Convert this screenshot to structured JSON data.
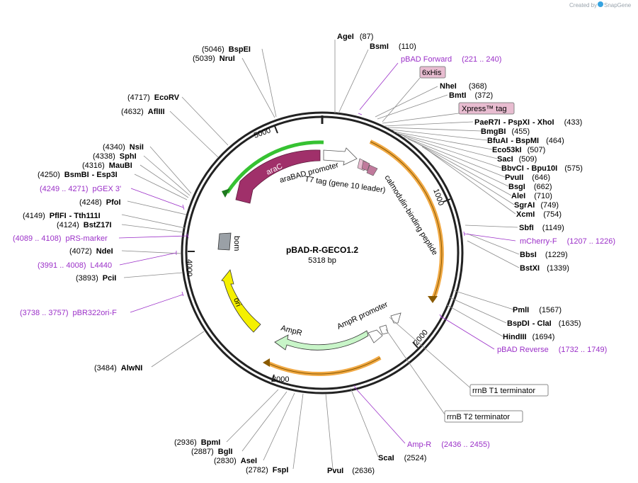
{
  "credit": {
    "text": "Created by",
    "brand": "SnapGene"
  },
  "plasmid": {
    "name": "pBAD-R-GECO1.2",
    "size": "5318 bp"
  },
  "ruler": [
    "1000",
    "2000",
    "3000",
    "4000",
    "5000"
  ],
  "features": {
    "araC": "araC",
    "araBAD_promoter": "araBAD promoter",
    "t7_tag": "T7 tag (gene 10 leader)",
    "calmodulin": "calmodulin-binding peptide",
    "bom": "bom",
    "ori": "ori",
    "ampR": "AmpR",
    "ampR_promoter": "AmpR promoter"
  },
  "boxed": {
    "his": "6xHis",
    "xpress": "Xpress™ tag",
    "t1": "rrnB T1 terminator",
    "t2": "rrnB T2 terminator"
  },
  "sites": [
    {
      "id": "agei",
      "name": "AgeI",
      "pos": "(87)"
    },
    {
      "id": "bsmi",
      "name": "BsmI",
      "pos": "(110)"
    },
    {
      "id": "nhei",
      "name": "NheI",
      "pos": "(368)"
    },
    {
      "id": "bmti",
      "name": "BmtI",
      "pos": "(372)"
    },
    {
      "id": "paer7i",
      "name": "PaeR7I",
      "name2": "PspXI",
      "name3": "XhoI",
      "pos": "(433)"
    },
    {
      "id": "bmgbi",
      "name": "BmgBI",
      "pos": "(455)"
    },
    {
      "id": "bfuai",
      "name": "BfuAI",
      "name2": "BspMI",
      "pos": "(464)"
    },
    {
      "id": "eco53ki",
      "name": "Eco53kI",
      "pos": "(507)"
    },
    {
      "id": "saci",
      "name": "SacI",
      "pos": "(509)"
    },
    {
      "id": "bbvci",
      "name": "BbvCI",
      "name2": "Bpu10I",
      "pos": "(575)"
    },
    {
      "id": "pvuii",
      "name": "PvuII",
      "pos": "(646)"
    },
    {
      "id": "bsgi",
      "name": "BsgI",
      "pos": "(662)"
    },
    {
      "id": "alei",
      "name": "AleI",
      "pos": "(710)"
    },
    {
      "id": "sgrai",
      "name": "SgrAI",
      "pos": "(749)"
    },
    {
      "id": "xcmi",
      "name": "XcmI",
      "pos": "(754)"
    },
    {
      "id": "sbfi",
      "name": "SbfI",
      "pos": "(1149)"
    },
    {
      "id": "bbsi",
      "name": "BbsI",
      "pos": "(1229)"
    },
    {
      "id": "bstxi",
      "name": "BstXI",
      "pos": "(1339)"
    },
    {
      "id": "pmli",
      "name": "PmlI",
      "pos": "(1567)"
    },
    {
      "id": "bspdi",
      "name": "BspDI",
      "name2": "ClaI",
      "pos": "(1635)"
    },
    {
      "id": "hindiii",
      "name": "HindIII",
      "pos": "(1694)"
    },
    {
      "id": "scai",
      "name": "ScaI",
      "pos": "(2524)"
    },
    {
      "id": "pvui",
      "name": "PvuI",
      "pos": "(2636)"
    },
    {
      "id": "fspi",
      "name": "FspI",
      "pos": "(2782)"
    },
    {
      "id": "asei",
      "name": "AseI",
      "pos": "(2830)"
    },
    {
      "id": "bgli",
      "name": "BglI",
      "pos": "(2887)"
    },
    {
      "id": "bpmi",
      "name": "BpmI",
      "pos": "(2936)"
    },
    {
      "id": "alwni",
      "name": "AlwNI",
      "pos": "(3484)"
    },
    {
      "id": "pcii",
      "name": "PciI",
      "pos": "(3893)"
    },
    {
      "id": "ndei",
      "name": "NdeI",
      "pos": "(4072)"
    },
    {
      "id": "bstz17i",
      "name": "BstZ17I",
      "pos": "(4124)"
    },
    {
      "id": "pflfi",
      "name": "PflFI",
      "name2": "Tth111I",
      "pos": "(4149)"
    },
    {
      "id": "pfoi",
      "name": "PfoI",
      "pos": "(4248)"
    },
    {
      "id": "bsmbi",
      "name": "BsmBI",
      "name2": "Esp3I",
      "pos": "(4250)"
    },
    {
      "id": "maubi",
      "name": "MauBI",
      "pos": "(4316)"
    },
    {
      "id": "sphi",
      "name": "SphI",
      "pos": "(4338)"
    },
    {
      "id": "nsii",
      "name": "NsiI",
      "pos": "(4340)"
    },
    {
      "id": "afliii",
      "name": "AflIII",
      "pos": "(4632)"
    },
    {
      "id": "ecorv",
      "name": "EcoRV",
      "pos": "(4717)"
    },
    {
      "id": "nrui",
      "name": "NruI",
      "pos": "(5039)"
    },
    {
      "id": "bspei",
      "name": "BspEI",
      "pos": "(5046)"
    }
  ],
  "primers": [
    {
      "id": "pbadfwd",
      "name": "pBAD Forward",
      "range": "(221 .. 240)"
    },
    {
      "id": "mcherry",
      "name": "mCherry-F",
      "range": "(1207 .. 1226)"
    },
    {
      "id": "pbadrev",
      "name": "pBAD Reverse",
      "range": "(1732 .. 1749)"
    },
    {
      "id": "ampr",
      "name": "Amp-R",
      "range": "(2436 .. 2455)"
    },
    {
      "id": "pbr322",
      "name": "pBR322ori-F",
      "range": "(3738 .. 3757)"
    },
    {
      "id": "l4440",
      "name": "L4440",
      "range": "(3991 .. 4008)"
    },
    {
      "id": "prs",
      "name": "pRS-marker",
      "range": "(4089 .. 4108)"
    },
    {
      "id": "pgex",
      "name": "pGEX 3'",
      "range": "(4249 .. 4271)"
    }
  ],
  "colors": {
    "araC": "#a0306a",
    "orange": "#f0a030",
    "green": "#36c232",
    "ori": "#f5f000",
    "ampR": "#c8f5c8",
    "primer": "#9b30c8",
    "box": "#e8bcd0"
  }
}
